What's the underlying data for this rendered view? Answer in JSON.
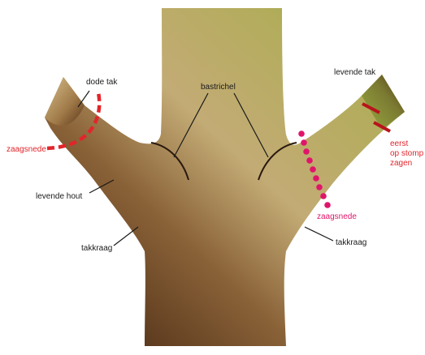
{
  "labels": {
    "dead_branch": "dode tak",
    "bark_ridge": "bastrichel",
    "live_branch": "levende tak",
    "saw_cut_left": "zaagsnede",
    "living_wood": "levende hout",
    "branch_collar_left": "takkraag",
    "saw_cut_right": "zaagsnede",
    "branch_collar_right": "takkraag",
    "first_stub_line1": "eerst",
    "first_stub_line2": "op stomp",
    "first_stub_line3": "zagen"
  },
  "colors": {
    "trunk_dark": "#4a2a14",
    "trunk_light": "#c9b27a",
    "trunk_green": "#8fa53a",
    "cut_red": "#e2252b",
    "cut_pink": "#e0156a",
    "stub_red": "#b8141b",
    "outline": "#2b1a10"
  }
}
